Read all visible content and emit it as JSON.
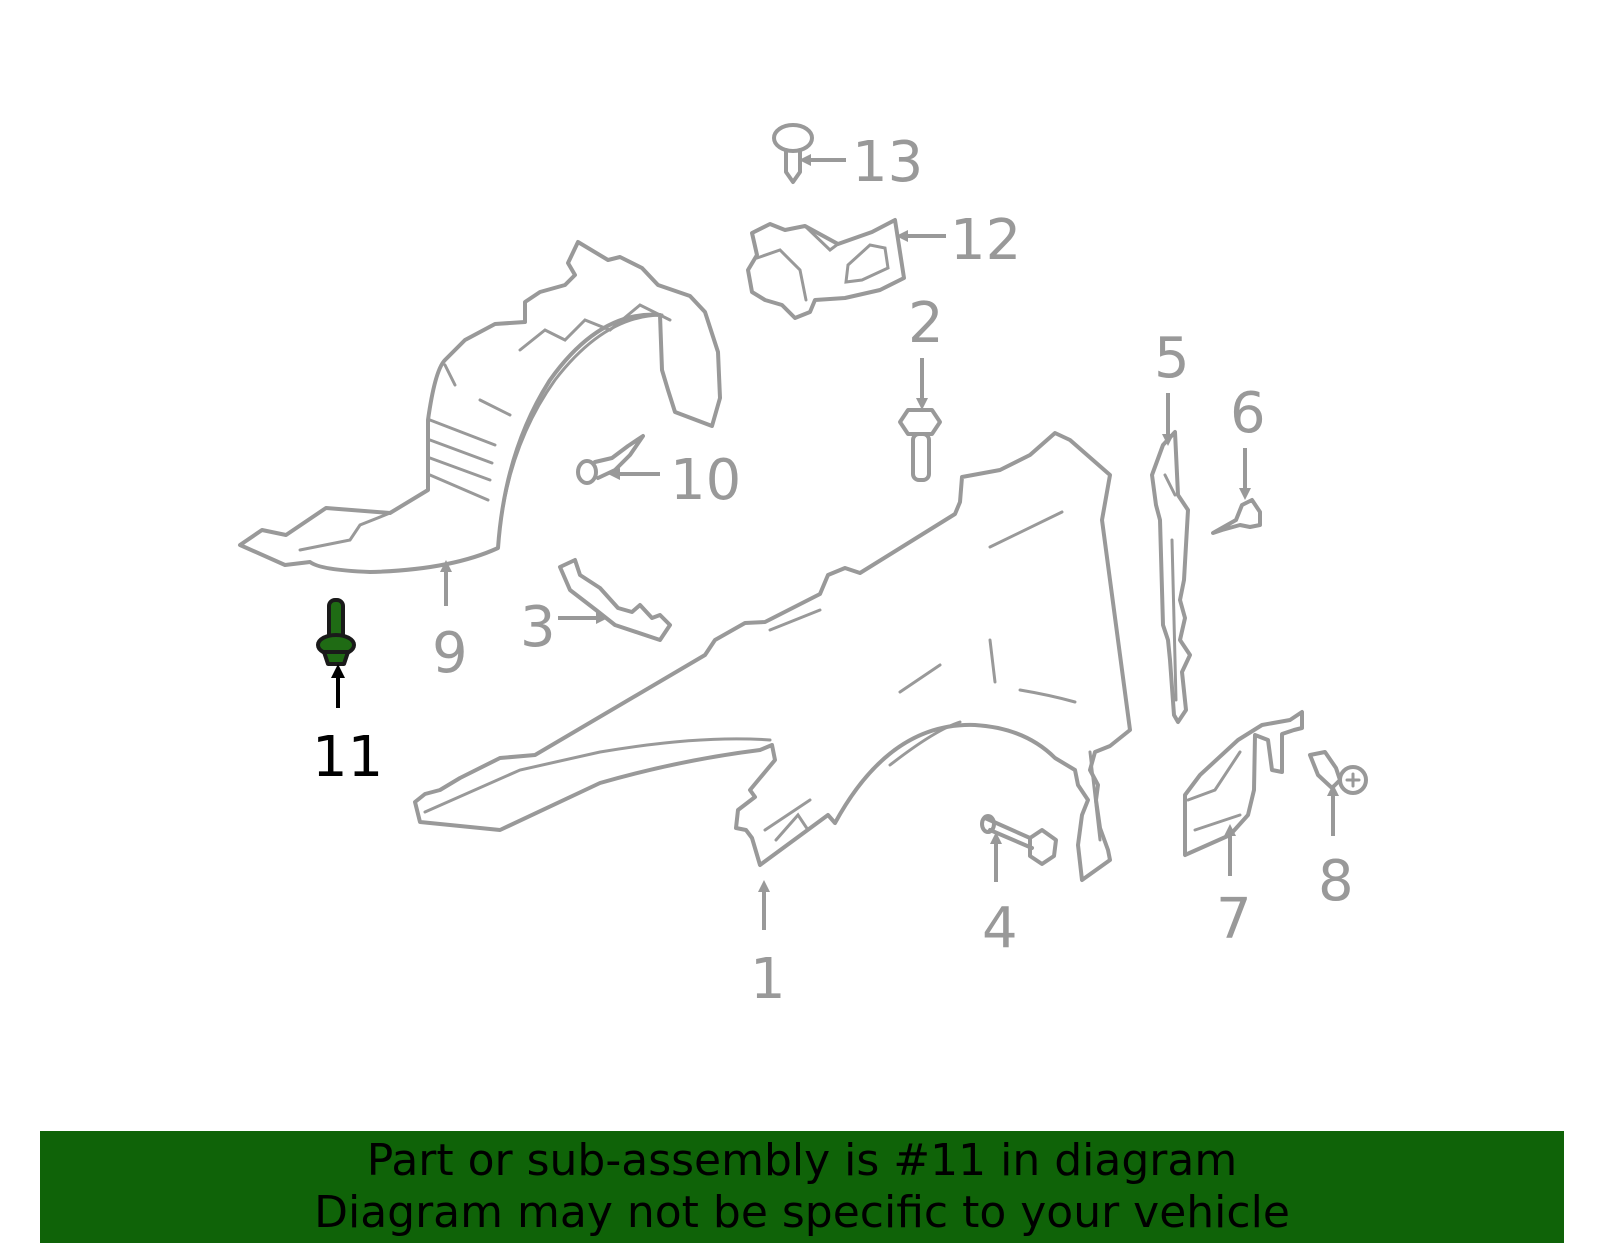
{
  "diagram": {
    "colors": {
      "outline": "#999999",
      "highlight_fill": "#1f6b14",
      "banner": "#0f6308",
      "highlight_label": "#000000"
    },
    "selected_callout": "11",
    "callouts": [
      "1",
      "2",
      "3",
      "4",
      "5",
      "6",
      "7",
      "8",
      "9",
      "10",
      "11",
      "12",
      "13"
    ]
  },
  "banner": {
    "line1": "Part or sub-assembly is #11 in diagram",
    "line2": "Diagram may not be specific to your vehicle"
  }
}
